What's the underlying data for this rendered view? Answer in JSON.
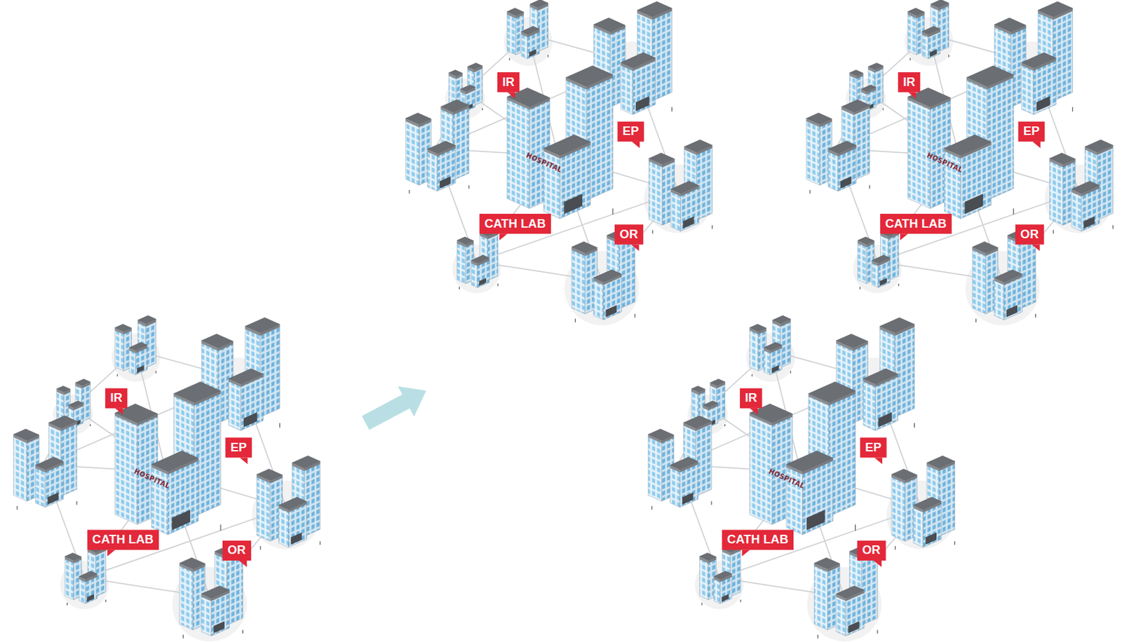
{
  "diagram": {
    "nodes": [
      {
        "text": [
          "IR"
        ]
      },
      {
        "text": [
          "EP"
        ]
      },
      {
        "text": [
          "CATH LAB"
        ]
      },
      {
        "text": [
          "OR"
        ]
      },
      {
        "text": [
          "IR"
        ]
      },
      {
        "text": [
          "EP"
        ]
      },
      {
        "text": [
          "CATH LAB"
        ]
      },
      {
        "text": [
          "OR"
        ]
      },
      {
        "text": [
          "IR"
        ]
      },
      {
        "text": [
          "EP"
        ]
      },
      {
        "text": [
          "CATH LAB"
        ]
      },
      {
        "text": [
          "OR"
        ]
      },
      {
        "text": [
          "IR"
        ]
      },
      {
        "text": [
          "EP"
        ]
      },
      {
        "text": [
          "CATH LAB"
        ]
      },
      {
        "text": [
          "OR"
        ]
      }
    ],
    "labels": [
      "HOSPITAL",
      "HOSPITAL",
      "HOSPITAL",
      "HOSPITAL"
    ]
  }
}
